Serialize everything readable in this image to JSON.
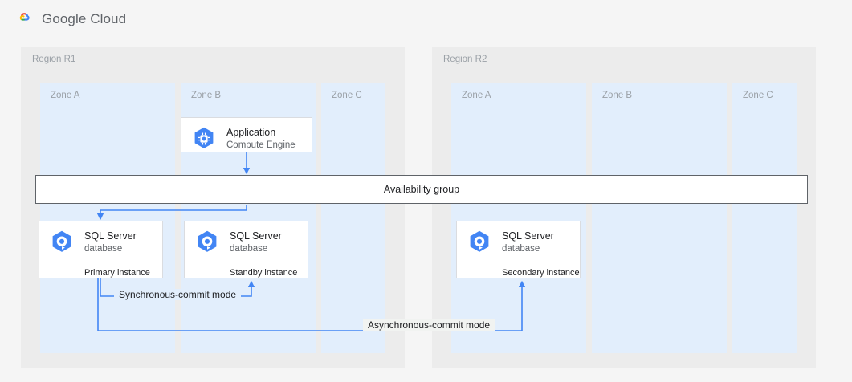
{
  "header": {
    "brand_google": "Google",
    "brand_cloud": "Cloud",
    "logo_icon": "google-cloud-logo-icon",
    "logo_colors": {
      "red": "#EA4335",
      "blue": "#4285F4",
      "yellow": "#FBBC05",
      "green": "#34A853"
    }
  },
  "diagram": {
    "colors": {
      "region_bg": "#ececec",
      "zone_bg": "#e2eefc",
      "canvas_bg": "#f5f5f5",
      "card_bg": "#ffffff",
      "card_border": "#dadce0",
      "connector": "#4285F4",
      "icon_blue": "#4285F4",
      "ag_border": "#5f6368",
      "label_gray": "#9aa0a6"
    },
    "regions": [
      {
        "label": "Region R1",
        "zones": [
          {
            "label": "Zone A"
          },
          {
            "label": "Zone B"
          },
          {
            "label": "Zone C"
          }
        ]
      },
      {
        "label": "Region R2",
        "zones": [
          {
            "label": "Zone A"
          },
          {
            "label": "Zone B"
          },
          {
            "label": "Zone C"
          }
        ]
      }
    ],
    "availability_group": {
      "label": "Availability group"
    },
    "nodes": [
      {
        "id": "application",
        "title": "Application",
        "subtitle": "Compute Engine",
        "footer": "",
        "icon": "compute-engine-icon",
        "region": "Region R1",
        "zone": "Zone B"
      },
      {
        "id": "db-primary",
        "title": "SQL Server",
        "subtitle": "database",
        "footer": "Primary instance",
        "icon": "sql-server-database-icon",
        "region": "Region R1",
        "zone": "Zone A"
      },
      {
        "id": "db-standby",
        "title": "SQL Server",
        "subtitle": "database",
        "footer": "Standby instance",
        "icon": "sql-server-database-icon",
        "region": "Region R1",
        "zone": "Zone B"
      },
      {
        "id": "db-secondary",
        "title": "SQL Server",
        "subtitle": "database",
        "footer": "Secondary instance",
        "icon": "sql-server-database-icon",
        "region": "Region R2",
        "zone": "Zone A"
      }
    ],
    "edges": [
      {
        "id": "app-to-availability-group",
        "label": "",
        "from": "application",
        "to": "availability-group"
      },
      {
        "id": "availability-group-to-primary",
        "label": "",
        "from": "availability-group",
        "to": "db-primary"
      },
      {
        "id": "primary-to-standby",
        "label": "Synchronous-commit mode",
        "from": "db-primary",
        "to": "db-standby"
      },
      {
        "id": "primary-to-secondary",
        "label": "Asynchronous-commit mode",
        "from": "db-primary",
        "to": "db-secondary"
      }
    ]
  }
}
